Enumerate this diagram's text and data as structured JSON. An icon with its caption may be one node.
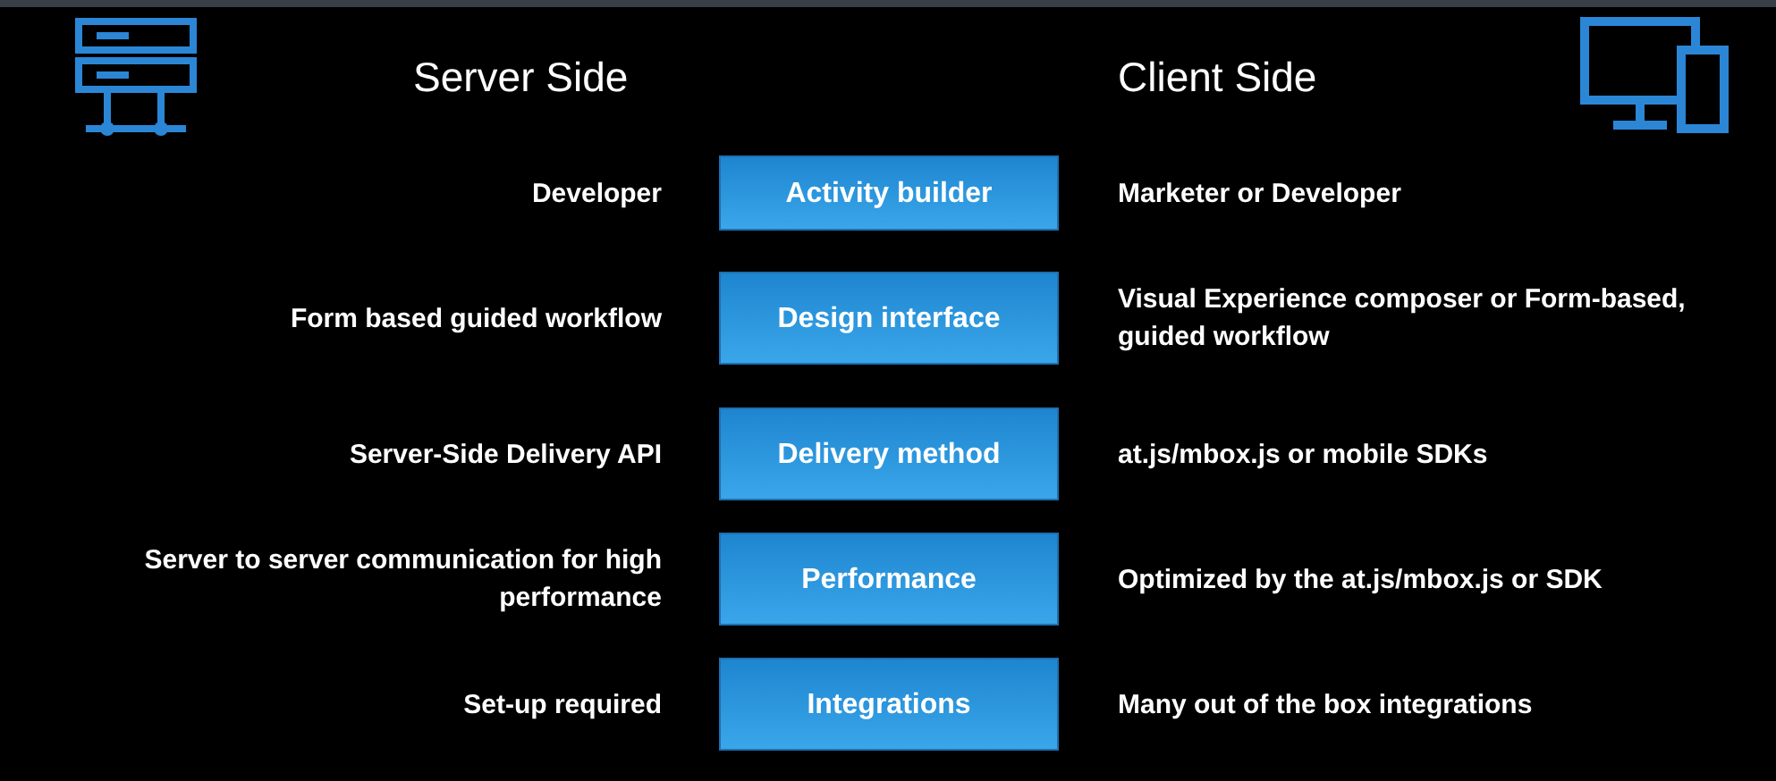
{
  "diagram": {
    "nodes": [
      {
        "text": [
          "Activity builder"
        ]
      },
      {
        "text": [
          "Design interface"
        ]
      },
      {
        "text": [
          "Delivery method"
        ]
      },
      {
        "text": [
          "Performance"
        ]
      },
      {
        "text": [
          "Integrations"
        ]
      }
    ],
    "edges": [],
    "labels": [
      "Server Side",
      "Client Side",
      "Developer",
      "Marketer or Developer",
      "Form based guided workflow",
      "Visual Experience composer or Form-based, guided workflow",
      "Server-Side Delivery API",
      "at.js/mbox.js or mobile SDKs",
      "Server to server communication for high performance",
      "Optimized by the at.js/mbox.js or SDK",
      "Set-up required",
      "Many out of the box integrations"
    ]
  }
}
